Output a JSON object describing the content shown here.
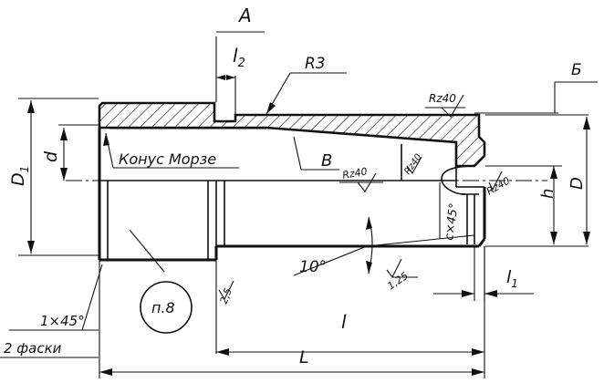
{
  "labels": {
    "section_a": "А",
    "section_b": "Б",
    "section_v": "В",
    "dim_l2_letter": "l",
    "dim_l2_sub": "2",
    "radius": "R3",
    "taper": "Конус Морзе",
    "rough_top": "Rz40",
    "rough_mid1": "Rz40",
    "rough_mid2": "Rz40",
    "rough_right": "Rz40",
    "chamfer_c": "c×45°",
    "dim_d1_letter": "D",
    "dim_d1_sub": "1",
    "dim_d": "d",
    "dim_h": "h",
    "dim_D": "D",
    "angle": "10°",
    "rough_small": "1,25",
    "dim_l1_letter": "l",
    "dim_l1_sub": "1",
    "ref_note": "п.8",
    "rough_25": "2,5",
    "chamfer_note": "1×45°",
    "chamfer_count": "2 фаски",
    "dim_l": "l",
    "dim_L": "L"
  }
}
